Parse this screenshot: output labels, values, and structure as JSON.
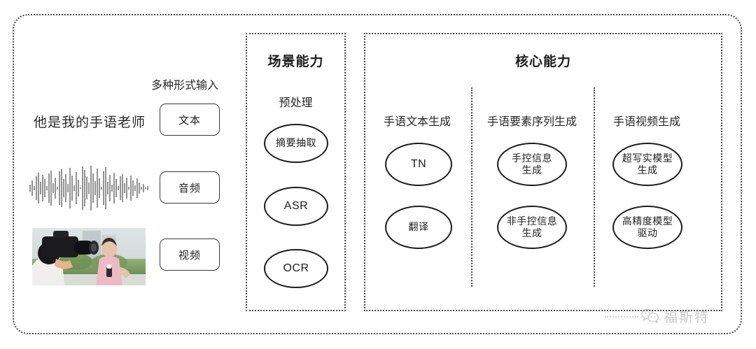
{
  "diagram": {
    "title_hidden": "",
    "input_section": {
      "header": "多种形式输入",
      "sample_sentence": "他是我的手语老师",
      "modalities": [
        {
          "label": "文本",
          "icon": "text-icon"
        },
        {
          "label": "音频",
          "icon": "waveform-icon"
        },
        {
          "label": "视频",
          "icon": "video-thumbnail-icon"
        }
      ]
    },
    "scene_capability": {
      "title": "场景能力",
      "subtitle": "预处理",
      "nodes": [
        {
          "label": "摘要抽取",
          "script": "cjk"
        },
        {
          "label": "ASR",
          "script": "latin"
        },
        {
          "label": "OCR",
          "script": "latin"
        }
      ]
    },
    "core_capability": {
      "title": "核心能力",
      "columns": [
        {
          "header": "手语文本生成",
          "nodes": [
            {
              "label": "TN",
              "script": "latin"
            },
            {
              "label": "翻译",
              "script": "cjk"
            }
          ]
        },
        {
          "header": "手语要素序列生成",
          "nodes": [
            {
              "label": "手控信息\n生成",
              "script": "cjk"
            },
            {
              "label": "非手控信息\n生成",
              "script": "cjk"
            }
          ]
        },
        {
          "header": "手语视频生成",
          "nodes": [
            {
              "label": "超写实模型\n生成",
              "script": "cjk"
            },
            {
              "label": "高精度模型\n驱动",
              "script": "cjk"
            }
          ]
        }
      ]
    },
    "watermark": {
      "icon": "wechat-icon",
      "text": "福斯特"
    },
    "colors": {
      "border": "#4a4a4a",
      "node_stroke": "#1b1b1b",
      "text": "#222222",
      "watermark_text": "#8d8d8d",
      "background": "#ffffff"
    }
  }
}
